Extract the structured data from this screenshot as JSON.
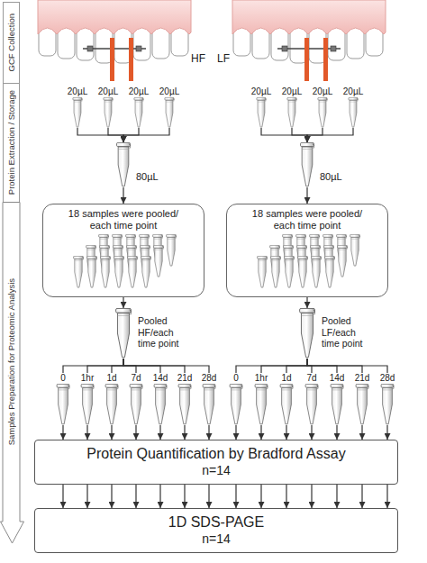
{
  "diagram": {
    "nodes": [
      {
        "text": [
          "GCF Collection"
        ]
      },
      {
        "text": [
          "Protein Extraction / Storage"
        ]
      },
      {
        "text": [
          "Samples Preparation for Proteomic Analysis"
        ]
      },
      {
        "text": [
          "20µL"
        ]
      },
      {
        "text": [
          "20µL"
        ]
      },
      {
        "text": [
          "20µL"
        ]
      },
      {
        "text": [
          "20µL"
        ]
      },
      {
        "text": [
          "20µL"
        ]
      },
      {
        "text": [
          "20µL"
        ]
      },
      {
        "text": [
          "20µL"
        ]
      },
      {
        "text": [
          "20µL"
        ]
      },
      {
        "text": [
          "80µL"
        ]
      },
      {
        "text": [
          "80µL"
        ]
      },
      {
        "text": [
          "18 samples were pooled/ each time point"
        ]
      },
      {
        "text": [
          "18 samples were pooled/ each time point"
        ]
      },
      {
        "text": [
          "Pooled HF/each time point"
        ]
      },
      {
        "text": [
          "Pooled LF/each time point"
        ]
      },
      {
        "text": [
          "0"
        ]
      },
      {
        "text": [
          "1hr"
        ]
      },
      {
        "text": [
          "1d"
        ]
      },
      {
        "text": [
          "7d"
        ]
      },
      {
        "text": [
          "14d"
        ]
      },
      {
        "text": [
          "21d"
        ]
      },
      {
        "text": [
          "28d"
        ]
      },
      {
        "text": [
          "0"
        ]
      },
      {
        "text": [
          "1hr"
        ]
      },
      {
        "text": [
          "1d"
        ]
      },
      {
        "text": [
          "7d"
        ]
      },
      {
        "text": [
          "14d"
        ]
      },
      {
        "text": [
          "21d"
        ]
      },
      {
        "text": [
          "28d"
        ]
      },
      {
        "text": [
          "Protein Quantification by Bradford Assay",
          "n=14"
        ]
      },
      {
        "text": [
          "1D SDS-PAGE",
          "n=14"
        ]
      }
    ],
    "edges": [
      {
        "from": 3,
        "to": 11,
        "arrow": "to"
      },
      {
        "from": 4,
        "to": 11,
        "arrow": "to"
      },
      {
        "from": 5,
        "to": 11,
        "arrow": "to"
      },
      {
        "from": 6,
        "to": 11,
        "arrow": "to"
      },
      {
        "from": 7,
        "to": 12,
        "arrow": "to"
      },
      {
        "from": 8,
        "to": 12,
        "arrow": "to"
      },
      {
        "from": 9,
        "to": 12,
        "arrow": "to"
      },
      {
        "from": 10,
        "to": 12,
        "arrow": "to"
      },
      {
        "from": 11,
        "to": 13,
        "arrow": "to"
      },
      {
        "from": 12,
        "to": 14,
        "arrow": "to"
      },
      {
        "from": 13,
        "to": 15,
        "arrow": "to"
      },
      {
        "from": 14,
        "to": 16,
        "arrow": "to"
      },
      {
        "from": 15,
        "to": 17,
        "arrow": "none"
      },
      {
        "from": 15,
        "to": 18,
        "arrow": "none"
      },
      {
        "from": 15,
        "to": 19,
        "arrow": "none"
      },
      {
        "from": 15,
        "to": 20,
        "arrow": "none"
      },
      {
        "from": 15,
        "to": 21,
        "arrow": "none"
      },
      {
        "from": 15,
        "to": 22,
        "arrow": "none"
      },
      {
        "from": 15,
        "to": 23,
        "arrow": "none"
      },
      {
        "from": 16,
        "to": 24,
        "arrow": "none"
      },
      {
        "from": 16,
        "to": 25,
        "arrow": "none"
      },
      {
        "from": 16,
        "to": 26,
        "arrow": "none"
      },
      {
        "from": 16,
        "to": 27,
        "arrow": "none"
      },
      {
        "from": 16,
        "to": 28,
        "arrow": "none"
      },
      {
        "from": 16,
        "to": 29,
        "arrow": "none"
      },
      {
        "from": 16,
        "to": 30,
        "arrow": "none"
      },
      {
        "from": 17,
        "to": 31,
        "arrow": "to"
      },
      {
        "from": 18,
        "to": 31,
        "arrow": "to"
      },
      {
        "from": 19,
        "to": 31,
        "arrow": "to"
      },
      {
        "from": 20,
        "to": 31,
        "arrow": "to"
      },
      {
        "from": 21,
        "to": 31,
        "arrow": "to"
      },
      {
        "from": 22,
        "to": 31,
        "arrow": "to"
      },
      {
        "from": 23,
        "to": 31,
        "arrow": "to"
      },
      {
        "from": 24,
        "to": 31,
        "arrow": "to"
      },
      {
        "from": 25,
        "to": 31,
        "arrow": "to"
      },
      {
        "from": 26,
        "to": 31,
        "arrow": "to"
      },
      {
        "from": 27,
        "to": 31,
        "arrow": "to"
      },
      {
        "from": 28,
        "to": 31,
        "arrow": "to"
      },
      {
        "from": 29,
        "to": 31,
        "arrow": "to"
      },
      {
        "from": 30,
        "to": 31,
        "arrow": "to"
      },
      {
        "from": 31,
        "to": 32,
        "arrow": "to"
      },
      {
        "from": 31,
        "to": 32,
        "arrow": "to"
      },
      {
        "from": 31,
        "to": 32,
        "arrow": "to"
      },
      {
        "from": 31,
        "to": 32,
        "arrow": "to"
      },
      {
        "from": 31,
        "to": 32,
        "arrow": "to"
      },
      {
        "from": 31,
        "to": 32,
        "arrow": "to"
      },
      {
        "from": 31,
        "to": 32,
        "arrow": "to"
      },
      {
        "from": 31,
        "to": 32,
        "arrow": "to"
      },
      {
        "from": 31,
        "to": 32,
        "arrow": "to"
      },
      {
        "from": 31,
        "to": 32,
        "arrow": "to"
      },
      {
        "from": 31,
        "to": 32,
        "arrow": "to"
      },
      {
        "from": 31,
        "to": 32,
        "arrow": "to"
      },
      {
        "from": 31,
        "to": 32,
        "arrow": "to"
      },
      {
        "from": 31,
        "to": 32,
        "arrow": "to"
      }
    ],
    "labels": [
      "HF",
      "LF"
    ]
  }
}
